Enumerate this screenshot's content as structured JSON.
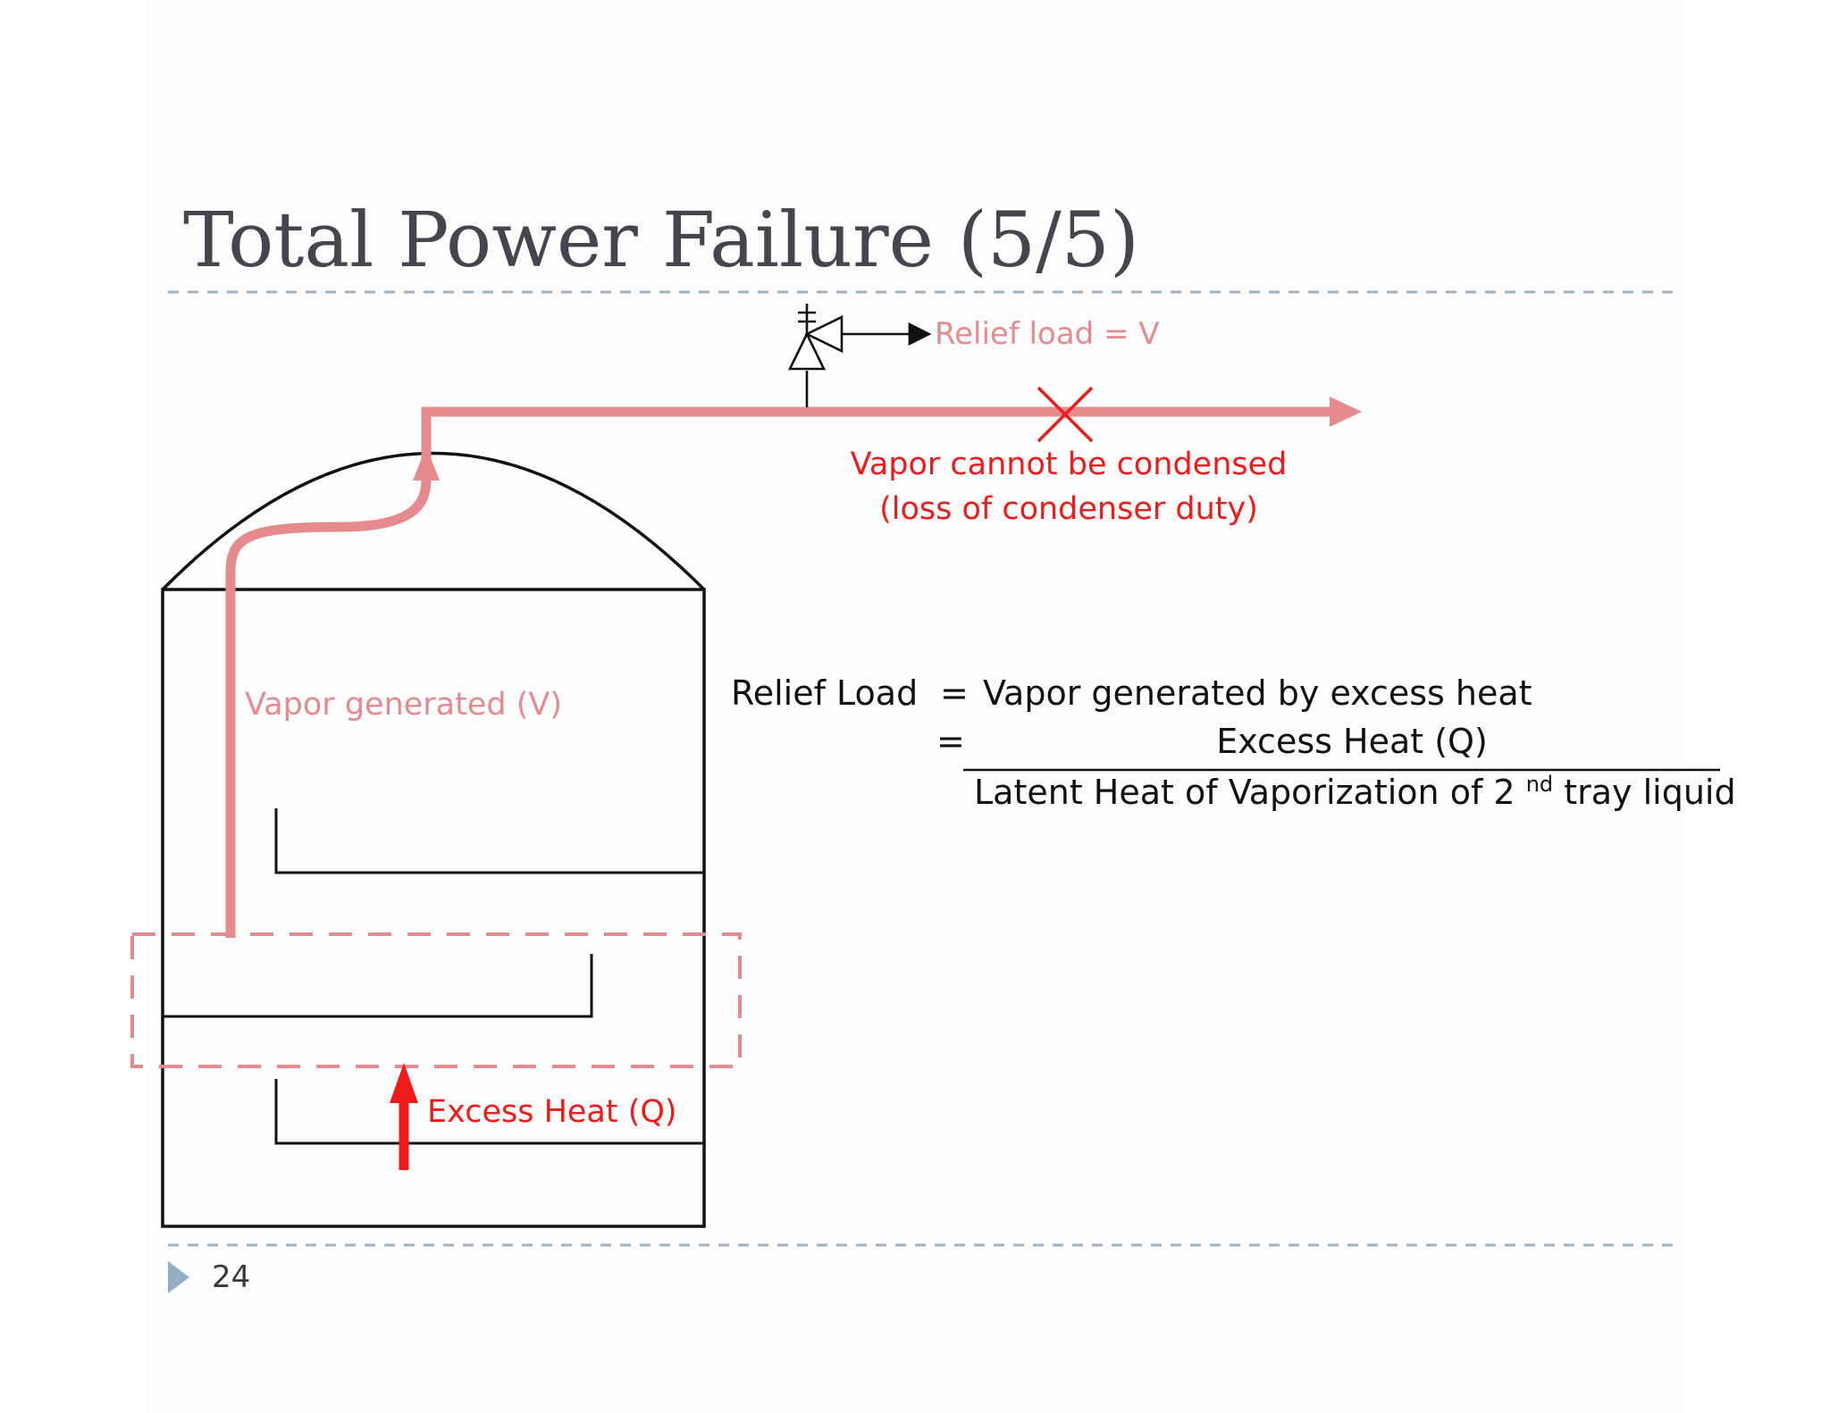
{
  "slide": {
    "title": "Total Power Failure (5/5)",
    "page_number": "24"
  },
  "diagram": {
    "relief_label": "Relief load = V",
    "condenser_note_line1": "Vapor cannot be condensed",
    "condenser_note_line2": "(loss of condenser duty)",
    "vapor_label": "Vapor generated (V)",
    "heat_label": "Excess Heat (Q)"
  },
  "equation": {
    "lhs": "Relief Load",
    "equals_1": "=",
    "rhs_1": "Vapor generated by excess heat",
    "equals_2": "=",
    "numerator": "Excess Heat (Q)",
    "denominator_prefix": "Latent Heat of Vaporization of 2",
    "denominator_superscript": "nd",
    "denominator_suffix": " tray liquid"
  },
  "colors": {
    "title": "#45454f",
    "vapor_path": "#e58b8d",
    "alert_red": "#ef1a1a",
    "dashed_box": "#e58b8d",
    "separator": "#9fb3c5",
    "bullet": "#94aec7",
    "outline": "#111111",
    "page_number": "#3a3a3a"
  }
}
